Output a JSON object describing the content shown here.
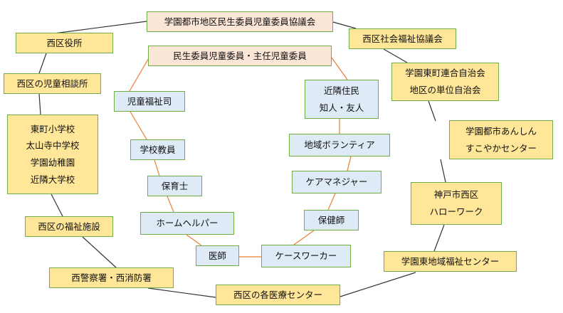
{
  "colors": {
    "outer_fill": "#ffe699",
    "inner_fill": "#deebf7",
    "header_fill": "#fbe5d6",
    "border": "#70ad47",
    "outer_line": "#333333",
    "inner_line": "#ed7d31"
  },
  "outer_ring": {
    "council": [
      "学園都市地区民生委員児童委員協議会"
    ],
    "ward_office": [
      "西区役所"
    ],
    "social_welfare_council": [
      "西区社会福祉協議会"
    ],
    "child_guidance": [
      "西区の児童相談所"
    ],
    "neighborhood_assoc": [
      "学園東町連合自治会",
      "地区の単位自治会"
    ],
    "schools": [
      "東町小学校",
      "太山寺中学校",
      "学園幼稚園",
      "近隣大学校"
    ],
    "anshin_center": [
      "学園都市あんしん",
      "すこやかセンター"
    ],
    "hello_work": [
      "神戸市西区",
      "ハローワーク"
    ],
    "welfare_facilities": [
      "西区の福祉施設"
    ],
    "welfare_center": [
      "学園東地域福祉センター"
    ],
    "police_fire": [
      "西警察署・西消防署"
    ],
    "medical_centers": [
      "西区の各医療センター"
    ]
  },
  "inner_ring": {
    "header": [
      "民生委員児童委員・主任児童委員"
    ],
    "child_welfare_officer": [
      "児童福祉司"
    ],
    "neighbors": [
      "近隣住民",
      "知人・友人"
    ],
    "school_teacher": [
      "学校教員"
    ],
    "volunteer": [
      "地域ボランティア"
    ],
    "nursery_teacher": [
      "保育士"
    ],
    "care_manager": [
      "ケアマネジャー"
    ],
    "home_helper": [
      "ホームヘルパー"
    ],
    "public_health_nurse": [
      "保健師"
    ],
    "doctor": [
      "医師"
    ],
    "caseworker": [
      "ケースワーカー"
    ]
  }
}
